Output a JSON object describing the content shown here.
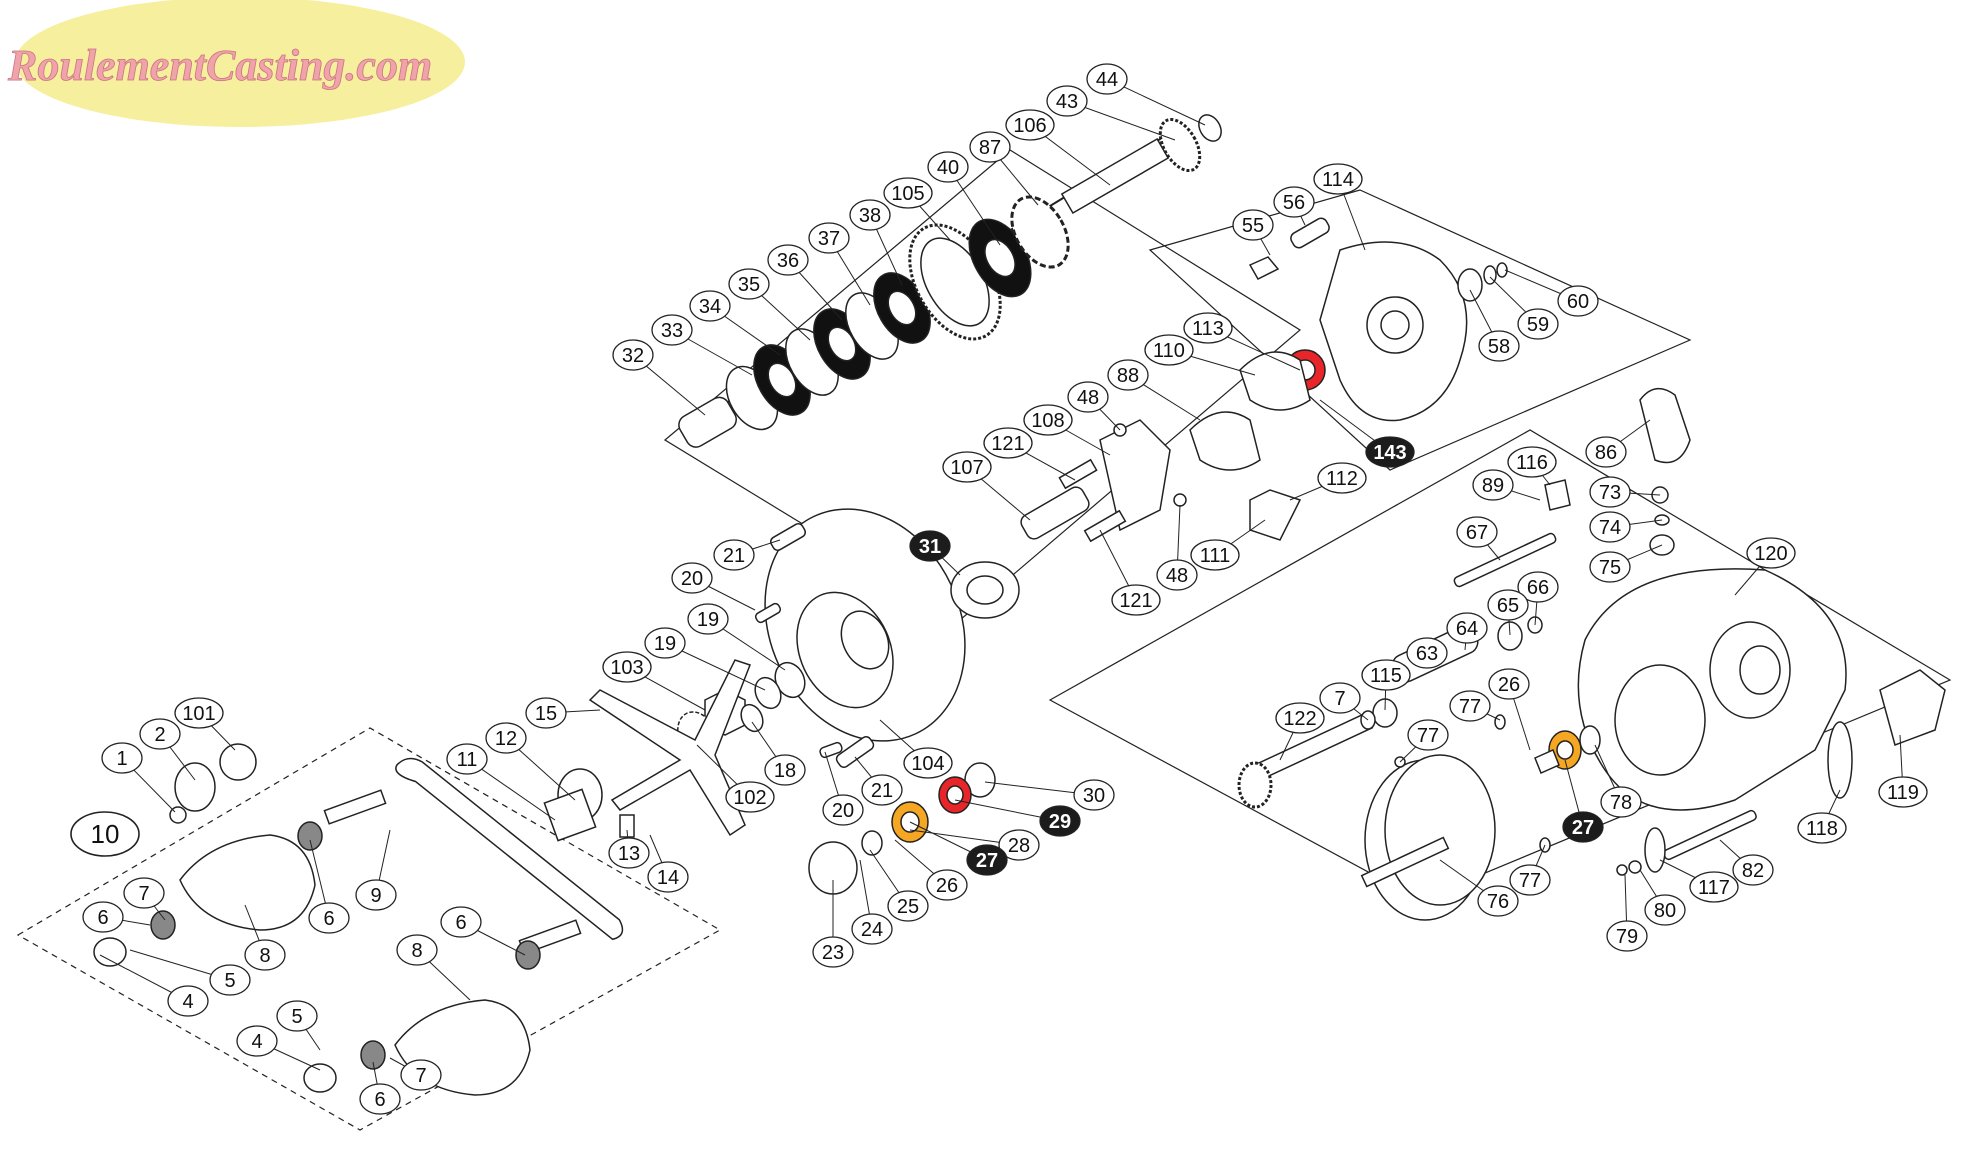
{
  "logo": {
    "text": "RoulementCasting.com",
    "bg_color": "#f6ef9e",
    "text_color": "#f0a3ab"
  },
  "diagram": {
    "group_label": "10",
    "colors": {
      "line": "#222222",
      "bearing_red": "#e8262a",
      "bearing_orange": "#f5a623",
      "dark_callout": "#1c1c1c",
      "part_fill": "#ffffff",
      "washer_black": "#111111"
    },
    "callouts": [
      {
        "id": "44",
        "style": "plain"
      },
      {
        "id": "43",
        "style": "plain"
      },
      {
        "id": "106",
        "style": "plain"
      },
      {
        "id": "87",
        "style": "plain"
      },
      {
        "id": "40",
        "style": "plain"
      },
      {
        "id": "105",
        "style": "plain"
      },
      {
        "id": "38",
        "style": "plain"
      },
      {
        "id": "37",
        "style": "plain"
      },
      {
        "id": "36",
        "style": "plain"
      },
      {
        "id": "35",
        "style": "plain"
      },
      {
        "id": "34",
        "style": "plain"
      },
      {
        "id": "33",
        "style": "plain"
      },
      {
        "id": "32",
        "style": "plain"
      },
      {
        "id": "114",
        "style": "plain"
      },
      {
        "id": "56",
        "style": "plain"
      },
      {
        "id": "55",
        "style": "plain"
      },
      {
        "id": "60",
        "style": "plain"
      },
      {
        "id": "59",
        "style": "plain"
      },
      {
        "id": "58",
        "style": "plain"
      },
      {
        "id": "113",
        "style": "plain"
      },
      {
        "id": "110",
        "style": "plain"
      },
      {
        "id": "88",
        "style": "plain"
      },
      {
        "id": "48",
        "style": "plain"
      },
      {
        "id": "108",
        "style": "plain"
      },
      {
        "id": "121",
        "style": "plain"
      },
      {
        "id": "107",
        "style": "plain"
      },
      {
        "id": "143",
        "style": "dark"
      },
      {
        "id": "112",
        "style": "plain"
      },
      {
        "id": "111",
        "style": "plain"
      },
      {
        "id": "48",
        "style": "plain"
      },
      {
        "id": "121",
        "style": "plain"
      },
      {
        "id": "31",
        "style": "dark"
      },
      {
        "id": "21",
        "style": "plain"
      },
      {
        "id": "20",
        "style": "plain"
      },
      {
        "id": "19",
        "style": "plain"
      },
      {
        "id": "19",
        "style": "plain"
      },
      {
        "id": "103",
        "style": "plain"
      },
      {
        "id": "18",
        "style": "plain"
      },
      {
        "id": "102",
        "style": "plain"
      },
      {
        "id": "104",
        "style": "plain"
      },
      {
        "id": "20",
        "style": "plain"
      },
      {
        "id": "21",
        "style": "plain"
      },
      {
        "id": "30",
        "style": "plain"
      },
      {
        "id": "29",
        "style": "dark"
      },
      {
        "id": "28",
        "style": "plain"
      },
      {
        "id": "27",
        "style": "dark"
      },
      {
        "id": "26",
        "style": "plain"
      },
      {
        "id": "25",
        "style": "plain"
      },
      {
        "id": "24",
        "style": "plain"
      },
      {
        "id": "23",
        "style": "plain"
      },
      {
        "id": "15",
        "style": "plain"
      },
      {
        "id": "12",
        "style": "plain"
      },
      {
        "id": "11",
        "style": "plain"
      },
      {
        "id": "13",
        "style": "plain"
      },
      {
        "id": "14",
        "style": "plain"
      },
      {
        "id": "101",
        "style": "plain"
      },
      {
        "id": "2",
        "style": "plain"
      },
      {
        "id": "1",
        "style": "plain"
      },
      {
        "id": "9",
        "style": "plain"
      },
      {
        "id": "7",
        "style": "plain"
      },
      {
        "id": "6",
        "style": "plain"
      },
      {
        "id": "6",
        "style": "plain"
      },
      {
        "id": "8",
        "style": "plain"
      },
      {
        "id": "5",
        "style": "plain"
      },
      {
        "id": "4",
        "style": "plain"
      },
      {
        "id": "6",
        "style": "plain"
      },
      {
        "id": "8",
        "style": "plain"
      },
      {
        "id": "5",
        "style": "plain"
      },
      {
        "id": "4",
        "style": "plain"
      },
      {
        "id": "6",
        "style": "plain"
      },
      {
        "id": "7",
        "style": "plain"
      },
      {
        "id": "86",
        "style": "plain"
      },
      {
        "id": "73",
        "style": "plain"
      },
      {
        "id": "74",
        "style": "plain"
      },
      {
        "id": "75",
        "style": "plain"
      },
      {
        "id": "116",
        "style": "plain"
      },
      {
        "id": "89",
        "style": "plain"
      },
      {
        "id": "67",
        "style": "plain"
      },
      {
        "id": "66",
        "style": "plain"
      },
      {
        "id": "65",
        "style": "plain"
      },
      {
        "id": "64",
        "style": "plain"
      },
      {
        "id": "63",
        "style": "plain"
      },
      {
        "id": "115",
        "style": "plain"
      },
      {
        "id": "7",
        "style": "plain"
      },
      {
        "id": "122",
        "style": "plain"
      },
      {
        "id": "77",
        "style": "plain"
      },
      {
        "id": "77",
        "style": "plain"
      },
      {
        "id": "26",
        "style": "plain"
      },
      {
        "id": "27",
        "style": "dark"
      },
      {
        "id": "78",
        "style": "plain"
      },
      {
        "id": "76",
        "style": "plain"
      },
      {
        "id": "77",
        "style": "plain"
      },
      {
        "id": "120",
        "style": "plain"
      },
      {
        "id": "118",
        "style": "plain"
      },
      {
        "id": "119",
        "style": "plain"
      },
      {
        "id": "82",
        "style": "plain"
      },
      {
        "id": "117",
        "style": "plain"
      },
      {
        "id": "80",
        "style": "plain"
      },
      {
        "id": "79",
        "style": "plain"
      }
    ]
  }
}
